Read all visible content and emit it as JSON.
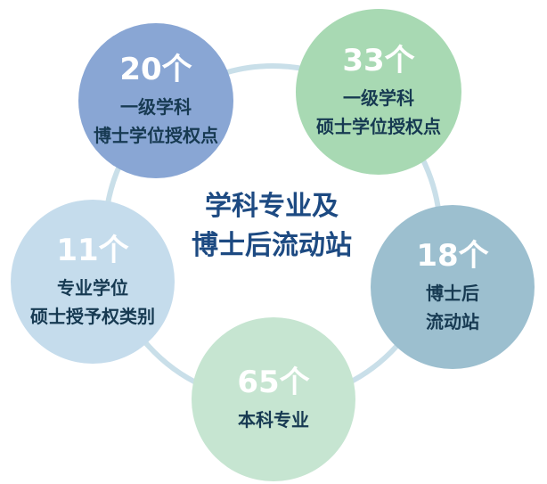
{
  "colors": {
    "ring": "#c9dfe9",
    "node_phd_disciplines": "#89a6d4",
    "node_master_disciplines": "#a8d9b3",
    "node_postdoc": "#9cbfcf",
    "node_undergrad": "#c6e5d1",
    "node_professional_master": "#c5dcec",
    "title": "#1d4a82",
    "label": "#173a52",
    "count": "#ffffff"
  },
  "title": {
    "line1": "学科专业及",
    "line2": "博士后流动站"
  },
  "nodes": {
    "phd_disciplines": {
      "count": "20个",
      "line1": "一级学科",
      "line2": "博士学位授权点"
    },
    "master_disciplines": {
      "count": "33个",
      "line1": "一级学科",
      "line2": "硕士学位授权点"
    },
    "postdoc": {
      "count": "18个",
      "line1": "博士后",
      "line2": "流动站"
    },
    "undergrad": {
      "count": "65个",
      "line1": "本科专业"
    },
    "professional_master": {
      "count": "11个",
      "line1": "专业学位",
      "line2": "硕士授予权类别"
    }
  }
}
